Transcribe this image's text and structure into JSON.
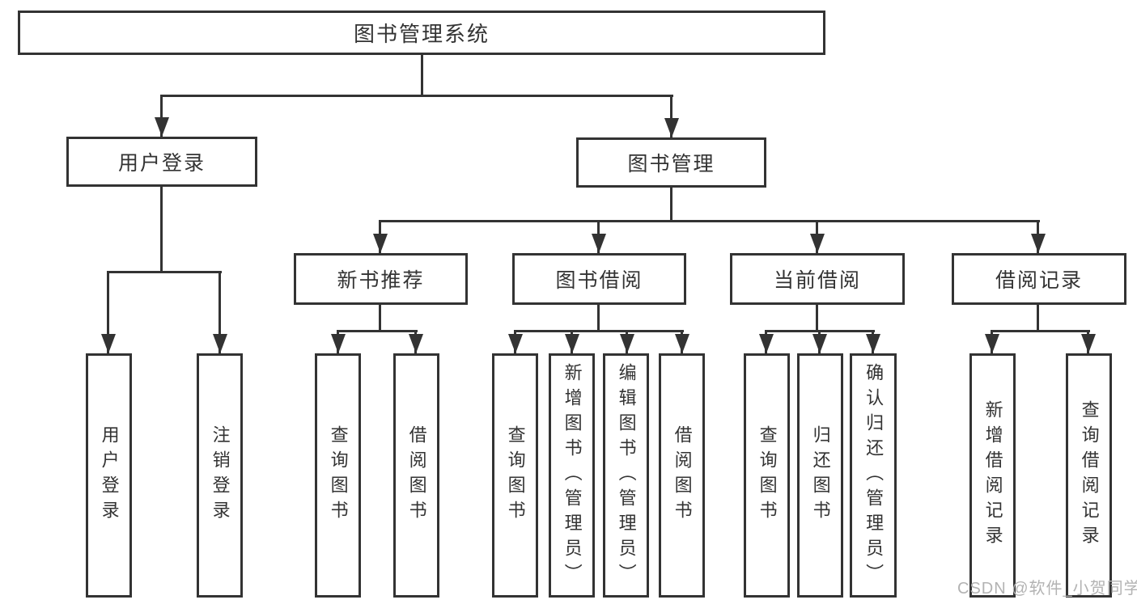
{
  "diagram": {
    "root": {
      "label": "图书管理系统"
    },
    "branches": [
      {
        "label": "用户登录",
        "leaves": [
          {
            "label": "用户登录"
          },
          {
            "label": "注销登录"
          }
        ]
      },
      {
        "label": "图书管理",
        "groups": [
          {
            "label": "新书推荐",
            "leaves": [
              {
                "label": "查询图书"
              },
              {
                "label": "借阅图书"
              }
            ]
          },
          {
            "label": "图书借阅",
            "leaves": [
              {
                "label": "查询图书"
              },
              {
                "label": "新增图书（管理员）"
              },
              {
                "label": "编辑图书（管理员）"
              },
              {
                "label": "借阅图书"
              }
            ]
          },
          {
            "label": "当前借阅",
            "leaves": [
              {
                "label": "查询图书"
              },
              {
                "label": "归还图书"
              },
              {
                "label": "确认归还（管理员）"
              }
            ]
          },
          {
            "label": "借阅记录",
            "leaves": [
              {
                "label": "新增借阅记录"
              },
              {
                "label": "查询借阅记录"
              }
            ]
          }
        ]
      }
    ]
  },
  "watermark": "CSDN @软件_小贺同学",
  "colors": {
    "line": "#333333",
    "text": "#333333",
    "watermark": "#b3b3b3",
    "background": "#ffffff"
  }
}
